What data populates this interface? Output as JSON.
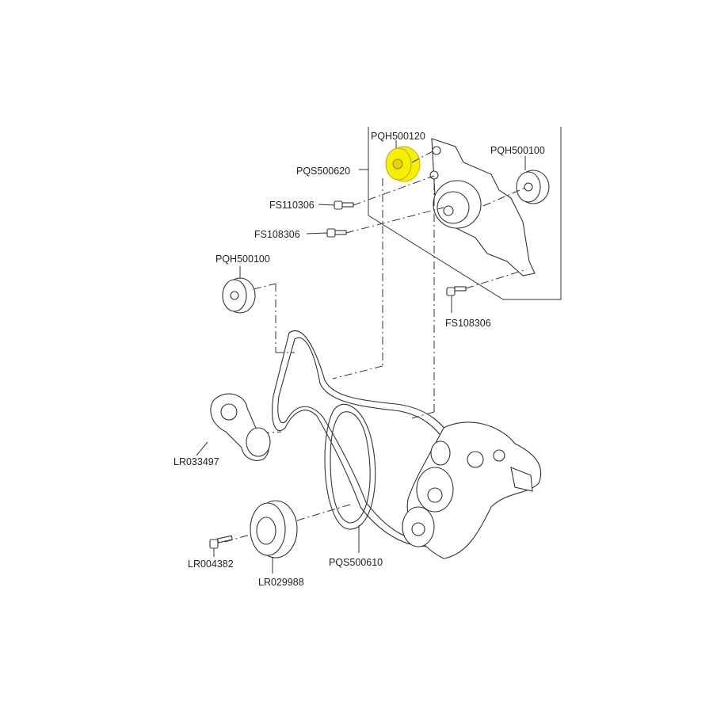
{
  "diagram": {
    "labels": {
      "idler_highlighted": "PQH500120",
      "bracket_assembly": "PQS500620",
      "idler_right": "PQH500100",
      "bolt_fs110306": "FS110306",
      "bolt_fs108306_left": "FS108306",
      "idler_left": "PQH500100",
      "bolt_fs108306_bottom": "FS108306",
      "tensioner": "LR033497",
      "crank_bolt": "LR004382",
      "crank_pulley": "LR029988",
      "drive_belt": "PQS500610"
    },
    "highlight_color": "#f5f000"
  }
}
